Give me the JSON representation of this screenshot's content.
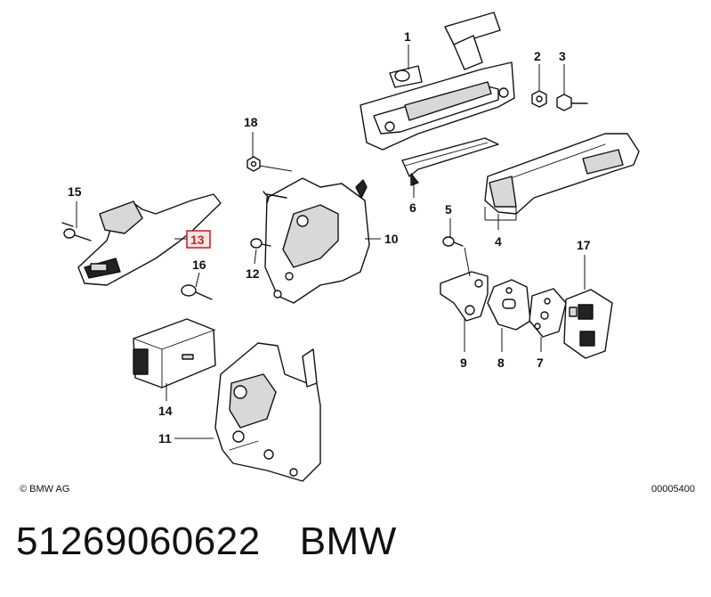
{
  "callouts": {
    "c1": "1",
    "c2": "2",
    "c3": "3",
    "c4": "4",
    "c5": "5",
    "c6": "6",
    "c7": "7",
    "c8": "8",
    "c9": "9",
    "c10": "10",
    "c11": "11",
    "c12": "12",
    "c13": "13",
    "c14": "14",
    "c15": "15",
    "c16": "16",
    "c17": "17",
    "c18": "18"
  },
  "highlighted_callout": "13",
  "highlight_color": "#c22a2a",
  "copyright": "© BMW AG",
  "diagram_code": "00005400",
  "part_number": "51269060622",
  "brand": "BMW"
}
